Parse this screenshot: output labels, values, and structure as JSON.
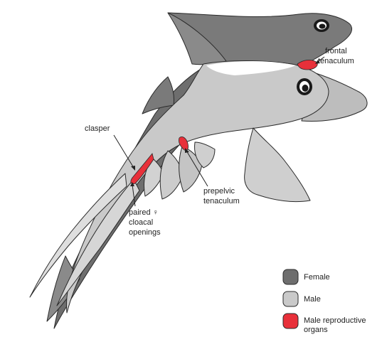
{
  "colors": {
    "female": "#6e6e6e",
    "female_light": "#8a8a8a",
    "male": "#c9c9c9",
    "male_light": "#dcdcdc",
    "reproductive": "#e8303a",
    "outline": "#2a2a2a"
  },
  "labels": {
    "frontal_line1": "frontal",
    "frontal_line2": "tenaculum",
    "clasper": "clasper",
    "prepelvic_line1": "prepelvic",
    "prepelvic_line2": "tenaculum",
    "paired_line1": "paired ♀",
    "paired_line2": "cloacal",
    "paired_line3": "openings"
  },
  "legend": {
    "female": "Female",
    "male": "Male",
    "reproductive_line1": "Male reproductive",
    "reproductive_line2": "organs"
  }
}
